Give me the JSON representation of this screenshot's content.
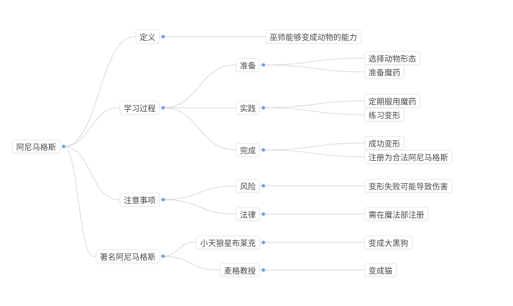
{
  "root": {
    "label": "阿尼马格斯",
    "children": [
      {
        "label": "定义",
        "children": [
          {
            "label": "巫师能够变成动物的能力"
          }
        ]
      },
      {
        "label": "学习过程",
        "children": [
          {
            "label": "准备",
            "children": [
              {
                "label": "选择动物形态"
              },
              {
                "label": "准备魔药"
              }
            ]
          },
          {
            "label": "实践",
            "children": [
              {
                "label": "定期服用魔药"
              },
              {
                "label": "练习变形"
              }
            ]
          },
          {
            "label": "完成",
            "children": [
              {
                "label": "成功变形"
              },
              {
                "label": "注册为合法阿尼马格斯"
              }
            ]
          }
        ]
      },
      {
        "label": "注意事项",
        "children": [
          {
            "label": "风险",
            "children": [
              {
                "label": "变形失败可能导致伤害"
              }
            ]
          },
          {
            "label": "法律",
            "children": [
              {
                "label": "需在魔法部注册"
              }
            ]
          }
        ]
      },
      {
        "label": "著名阿尼马格斯",
        "children": [
          {
            "label": "小天狼星布莱克",
            "children": [
              {
                "label": "变成大黑狗"
              }
            ]
          },
          {
            "label": "麦格教授",
            "children": [
              {
                "label": "变成猫"
              }
            ]
          }
        ]
      }
    ]
  },
  "colors": {
    "connector": "#d6d6d6",
    "dot": "#6f9ee6",
    "text": "#4a4a4a",
    "border": "#e9e9e9"
  }
}
